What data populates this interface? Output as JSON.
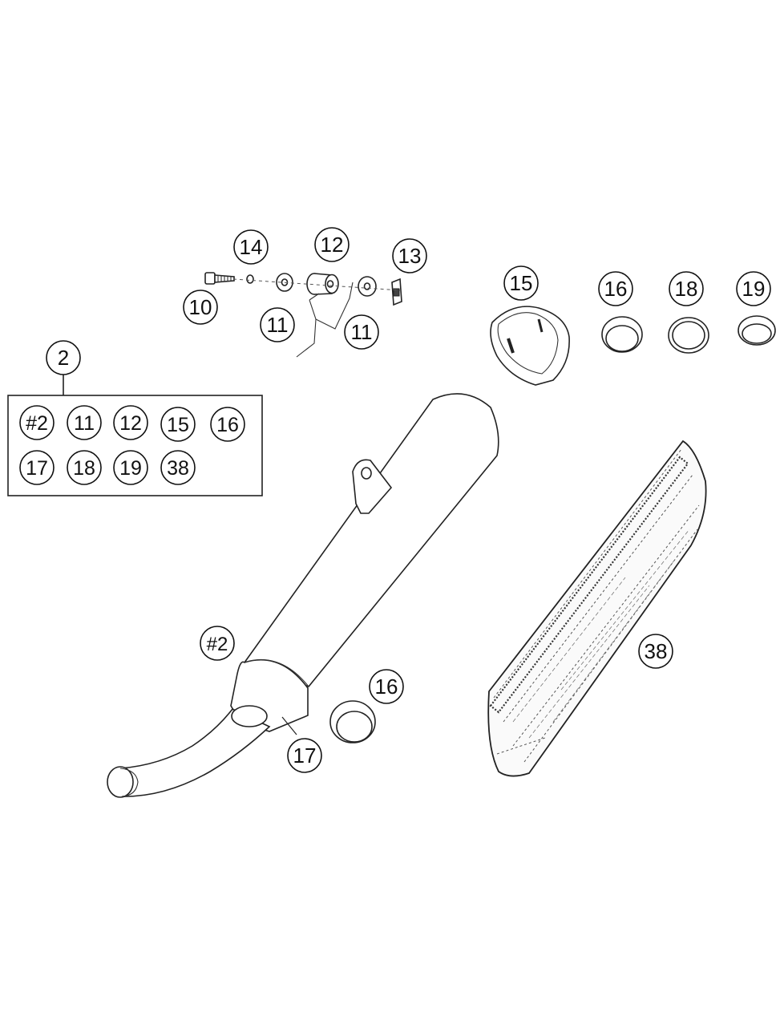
{
  "callouts": {
    "c10": "10",
    "c11a": "11",
    "c11b": "11",
    "c12": "12",
    "c13": "13",
    "c14": "14",
    "c15": "15",
    "c16a": "16",
    "c18": "18",
    "c19": "19",
    "c2": "2",
    "c2muffler": "#2",
    "c16b": "16",
    "c17": "17",
    "c38": "38"
  },
  "kit": {
    "row1": [
      "#2",
      "11",
      "12",
      "15",
      "16"
    ],
    "row2": [
      "17",
      "18",
      "19",
      "38"
    ]
  },
  "colors": {
    "line": "#222222",
    "background": "#ffffff"
  }
}
